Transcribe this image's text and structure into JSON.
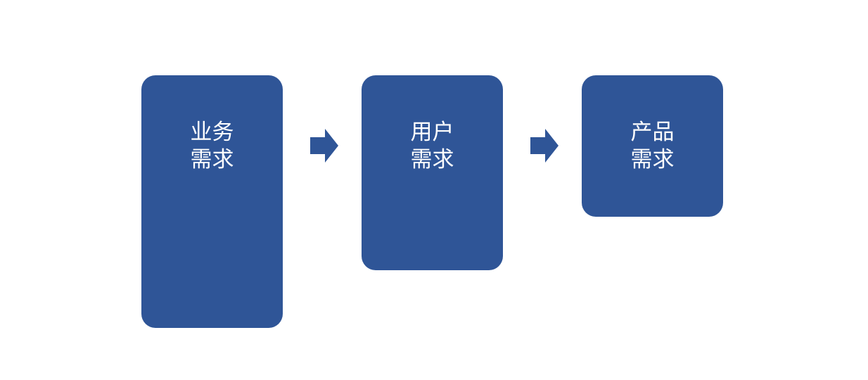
{
  "colors": {
    "box_fill": "#2f5597",
    "arrow_fill": "#2f5597",
    "text": "#ffffff",
    "background": "#ffffff"
  },
  "boxes": [
    {
      "line1": "业务",
      "line2": "需求"
    },
    {
      "line1": "用户",
      "line2": "需求"
    },
    {
      "line1": "产品",
      "line2": "需求"
    }
  ],
  "arrows": [
    {
      "icon": "right-arrow-icon"
    },
    {
      "icon": "right-arrow-icon"
    }
  ]
}
